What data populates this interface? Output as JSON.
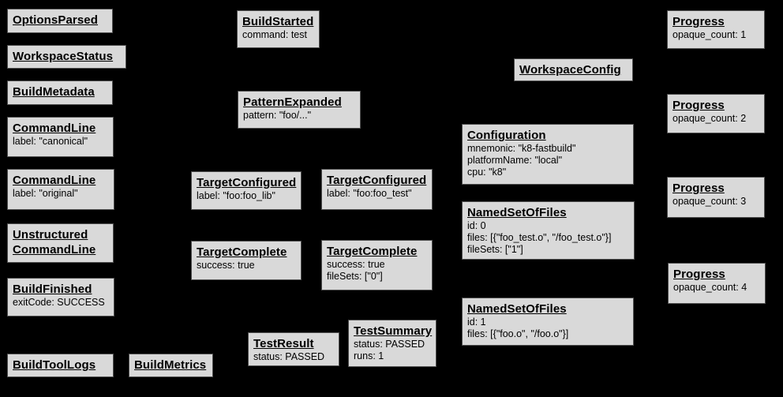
{
  "canvas": {
    "background": "#000000",
    "box_fill": "#d9d9d9",
    "box_border": "#4f4f4f",
    "text_color": "#000000"
  },
  "nodes": {
    "options_parsed": {
      "title": "OptionsParsed"
    },
    "workspace_status": {
      "title": "WorkspaceStatus"
    },
    "build_metadata": {
      "title": "BuildMetadata"
    },
    "command_line_canonical": {
      "title": "CommandLine",
      "lines": [
        "label: \"canonical\""
      ]
    },
    "command_line_original": {
      "title": "CommandLine",
      "lines": [
        "label: \"original\""
      ]
    },
    "unstructured_command_line": {
      "title_lines": [
        "Unstructured",
        "CommandLine"
      ]
    },
    "build_finished": {
      "title": "BuildFinished",
      "lines": [
        "exitCode: SUCCESS"
      ]
    },
    "build_tool_logs": {
      "title": "BuildToolLogs"
    },
    "build_metrics": {
      "title": "BuildMetrics"
    },
    "build_started": {
      "title": "BuildStarted",
      "lines": [
        "command: test"
      ]
    },
    "pattern_expanded": {
      "title": "PatternExpanded",
      "lines": [
        "pattern: \"foo/...\""
      ]
    },
    "target_configured_lib": {
      "title": "TargetConfigured",
      "lines": [
        "label: \"foo:foo_lib\""
      ]
    },
    "target_configured_test": {
      "title": "TargetConfigured",
      "lines": [
        "label: \"foo:foo_test\""
      ]
    },
    "target_complete_lib": {
      "title": "TargetComplete",
      "lines": [
        "success: true"
      ]
    },
    "target_complete_test": {
      "title": "TargetComplete",
      "lines": [
        "success: true",
        "fileSets: [\"0\"]"
      ]
    },
    "test_result": {
      "title": "TestResult",
      "lines": [
        "status: PASSED"
      ]
    },
    "test_summary": {
      "title": "TestSummary",
      "lines": [
        "status: PASSED",
        "runs: 1"
      ]
    },
    "workspace_config": {
      "title": "WorkspaceConfig"
    },
    "configuration": {
      "title": "Configuration",
      "lines": [
        "mnemonic: \"k8-fastbuild\"",
        "platformName: \"local\"",
        "cpu: \"k8\""
      ]
    },
    "named_set_of_files_0": {
      "title": "NamedSetOfFiles",
      "lines": [
        "id: 0",
        "files: [{\"foo_test.o\", \"/foo_test.o\"}]",
        "fileSets: [\"1\"]"
      ]
    },
    "named_set_of_files_1": {
      "title": "NamedSetOfFiles",
      "lines": [
        "id: 1",
        "files: [{\"foo.o\", \"/foo.o\"}]"
      ]
    },
    "progress_1": {
      "title": "Progress",
      "lines": [
        "opaque_count: 1"
      ]
    },
    "progress_2": {
      "title": "Progress",
      "lines": [
        "opaque_count: 2"
      ]
    },
    "progress_3": {
      "title": "Progress",
      "lines": [
        "opaque_count: 3"
      ]
    },
    "progress_4": {
      "title": "Progress",
      "lines": [
        "opaque_count: 4"
      ]
    }
  }
}
